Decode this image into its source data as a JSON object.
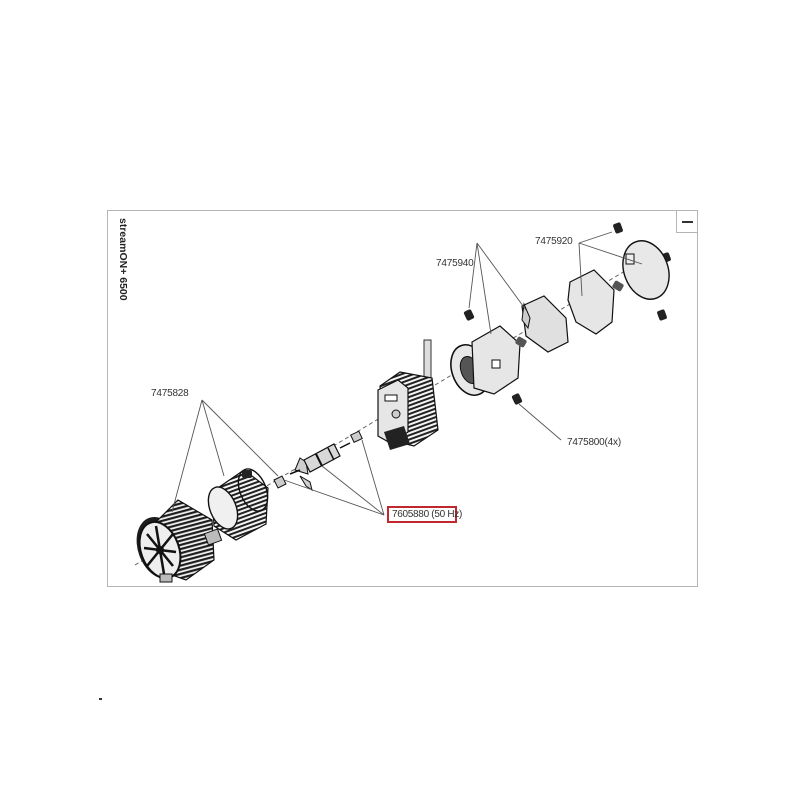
{
  "diagram": {
    "title": "streamON+ 6500",
    "type": "exploded-parts-diagram",
    "collapse_button": "−",
    "callouts": [
      {
        "id": "callout-7475828",
        "label": "7475828",
        "points_to": [
          "front-cage-grille",
          "inner-cage-grille",
          "impeller-end-bearing"
        ]
      },
      {
        "id": "callout-7605880",
        "label": "7605880 (50 Hz)",
        "highlighted": true,
        "highlight_color": "#c0282f",
        "points_to": [
          "impeller-shaft",
          "rubber-bearing",
          "front-bearing"
        ]
      },
      {
        "id": "callout-7475940",
        "label": "7475940",
        "points_to": [
          "screw-left-top",
          "motor-flange",
          "bearing-bracket"
        ]
      },
      {
        "id": "callout-7475920",
        "label": "7475920",
        "points_to": [
          "screw-top",
          "rear-cover-plate",
          "magnet-mount-plate"
        ]
      },
      {
        "id": "callout-7475800",
        "label": "7475800(4x)",
        "points_to": [
          "rubber-buffer"
        ]
      }
    ],
    "colors": {
      "frame_border": "#b5b5b5",
      "line": "#555555",
      "part_fill": "#e6e6e6",
      "part_dark": "#2a2a2a",
      "highlight": "#c0282f"
    }
  }
}
